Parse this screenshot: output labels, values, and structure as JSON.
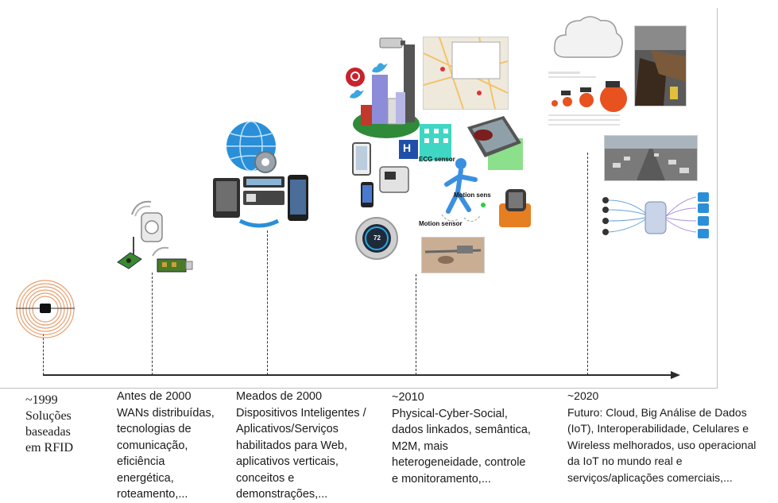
{
  "timeline": {
    "milestones": [
      {
        "period": "~1999",
        "description": "Soluções\nbaseadas\nem RFID"
      },
      {
        "period": "Antes de 2000",
        "description": "WANs distribuídas,\ntecnologias de\ncomunicação,\neficiência\nenergética,\nroteamento,..."
      },
      {
        "period": "Meados de 2000",
        "description": "Dispositivos Inteligentes /\nAplicativos/Serviços\nhabilitados para Web,\naplicativos verticais,\nconceitos e\ndemonstrações,..."
      },
      {
        "period": "~2010",
        "description": "Physical-Cyber-Social,\ndados linkados, semântica,\nM2M,  mais\nheterogeneidade, controle\ne monitoramento,..."
      },
      {
        "period": "~2020",
        "description": "Futuro: Cloud, Big Análise de Dados\n(IoT), Interoperabilidade, Celulares e\nWireless melhorados, uso operacional\nda IoT no mundo real e\nserviços/aplicações comerciais,..."
      }
    ]
  },
  "illustration_tags": {
    "ecg": "ECG sensor",
    "motion_short": "Motion sens",
    "motion": "Motion sensor",
    "hospital": "H",
    "thermostat": "72"
  },
  "colors": {
    "axis": "#2b2b2b",
    "rfid_ring": "#e8a070",
    "globe": "#2a8fd8",
    "leaf": "#8ce08c"
  }
}
